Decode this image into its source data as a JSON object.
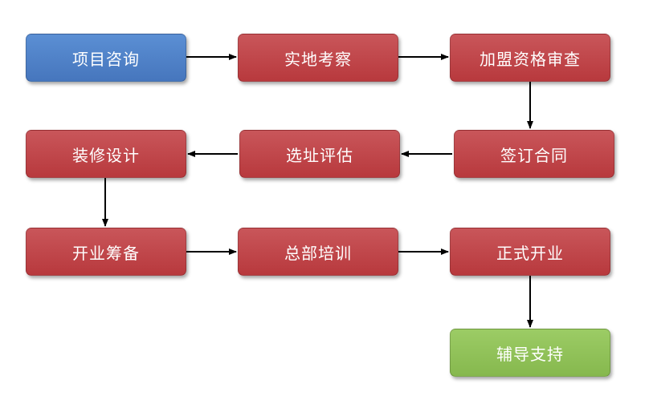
{
  "steps": [
    {
      "label": "项目咨询",
      "color": "#4f81c7"
    },
    {
      "label": "实地考察",
      "color": "#c0464a"
    },
    {
      "label": "加盟资格审查",
      "color": "#c0464a"
    },
    {
      "label": "签订合同",
      "color": "#c0464a"
    },
    {
      "label": "选址评估",
      "color": "#c0464a"
    },
    {
      "label": "装修设计",
      "color": "#c0464a"
    },
    {
      "label": "开业筹备",
      "color": "#c0464a"
    },
    {
      "label": "总部培训",
      "color": "#c0464a"
    },
    {
      "label": "正式开业",
      "color": "#c0464a"
    },
    {
      "label": "辅导支持",
      "color": "#93c15a"
    }
  ],
  "arrow_color": "#000000"
}
